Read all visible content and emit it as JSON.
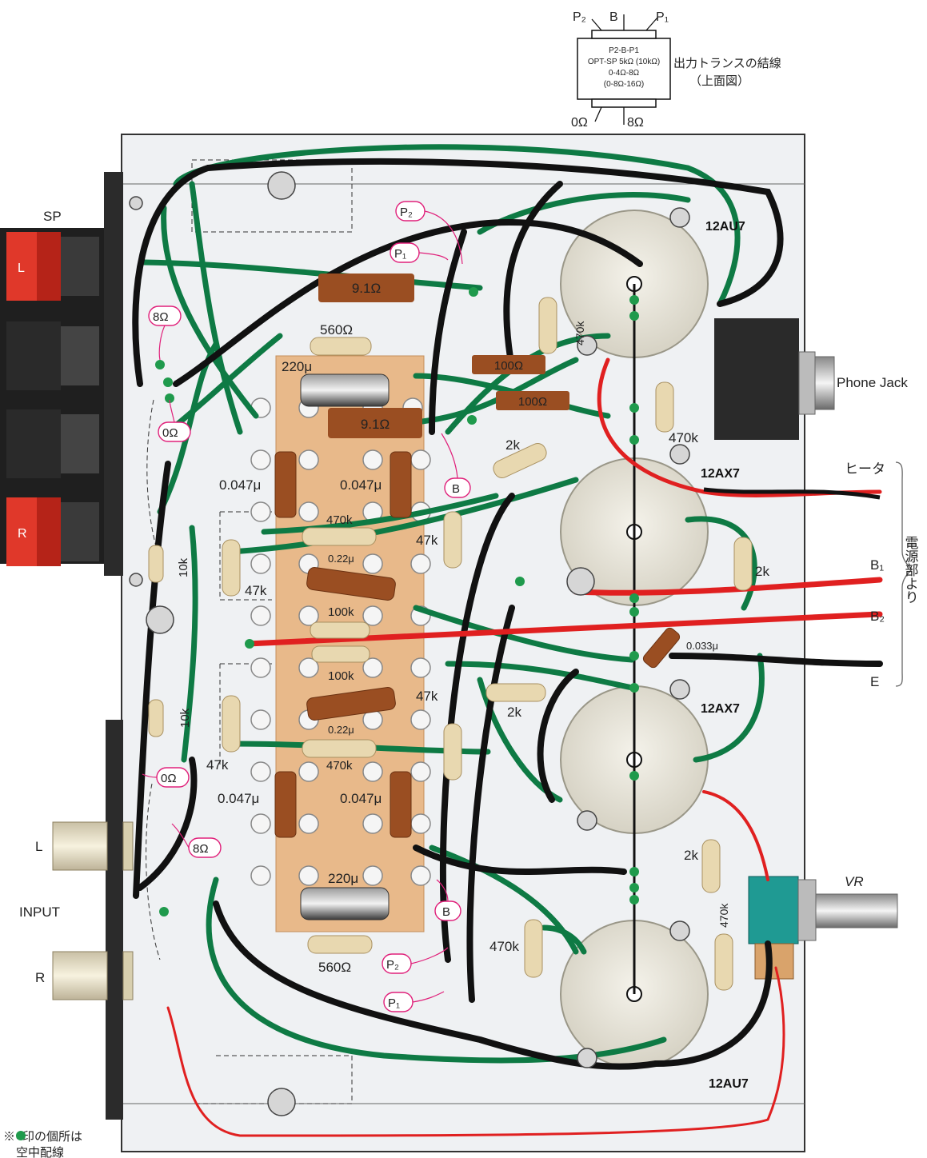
{
  "transformer": {
    "box_lines": [
      "P2-B-P1",
      "OPT-SP 5kΩ (10kΩ)",
      "0-4Ω-8Ω",
      "(0-8Ω-16Ω)"
    ],
    "pin_top_p2": "P₂",
    "pin_top_b": "B",
    "pin_top_p1": "P₁",
    "pin_bottom_0": "0Ω",
    "pin_bottom_8": "8Ω",
    "title": "出力トランスの結線",
    "subtitle": "（上面図）"
  },
  "connectors": {
    "sp_label": "SP",
    "sp_l": "L",
    "sp_r": "R",
    "input_label": "INPUT",
    "input_l": "L",
    "input_r": "R",
    "phone_jack": "Phone Jack",
    "vr": "VR"
  },
  "tubes": {
    "t1": "12AU7",
    "t2": "12AX7",
    "t3": "12AX7",
    "t4": "12AU7"
  },
  "power": {
    "heater": "ヒータ",
    "b1": "B₁",
    "b2": "B₂",
    "e": "E",
    "from_psu": "電源部より"
  },
  "tags": {
    "p2_top": "P₂",
    "p1_top": "P₁",
    "b_top": "B",
    "p2_bot": "P₂",
    "p1_bot": "P₁",
    "b_bot": "B",
    "ohm8_top": "8Ω",
    "ohm0_top": "0Ω",
    "ohm0_bot": "0Ω",
    "ohm8_bot": "8Ω"
  },
  "components": {
    "r_9_1_top": "9.1Ω",
    "r_9_1_mid": "9.1Ω",
    "r_100_a": "100Ω",
    "r_100_b": "100Ω",
    "r_560_top": "560Ω",
    "r_560_bot": "560Ω",
    "c_220_top": "220μ",
    "c_220_bot": "220μ",
    "c_047_tl": "0.047μ",
    "c_047_tr": "0.047μ",
    "c_047_bl": "0.047μ",
    "c_047_br": "0.047μ",
    "r_470k_top": "470k",
    "r_470k_bot": "470k",
    "c_022_top": "0.22μ",
    "c_022_bot": "0.22μ",
    "r_100k_top": "100k",
    "r_100k_bot": "100k",
    "r_47k_l_top": "47k",
    "r_47k_r_top": "47k",
    "r_47k_l_bot": "47k",
    "r_47k_r_bot": "47k",
    "r_10k_top": "10k",
    "r_10k_bot": "10k",
    "r_2k_a": "2k",
    "r_2k_b": "2k",
    "r_2k_c": "2k",
    "r_2k_d": "2k",
    "r_470k_t1": "470k",
    "r_470k_t1b": "470k",
    "r_470k_t4a": "470k",
    "r_470k_t4b": "470k",
    "c_033": "0.033μ"
  },
  "note": {
    "line1": "※●印の個所は",
    "line2": "空中配線"
  },
  "colors": {
    "green_wire": "#128a4c",
    "red_wire": "#e02020",
    "black_wire": "#111111",
    "tag_board": "#e8b98a",
    "resistor_brown": "#9a4e22",
    "jack_red": "#e03a2a",
    "vr_teal": "#1f9a93"
  }
}
